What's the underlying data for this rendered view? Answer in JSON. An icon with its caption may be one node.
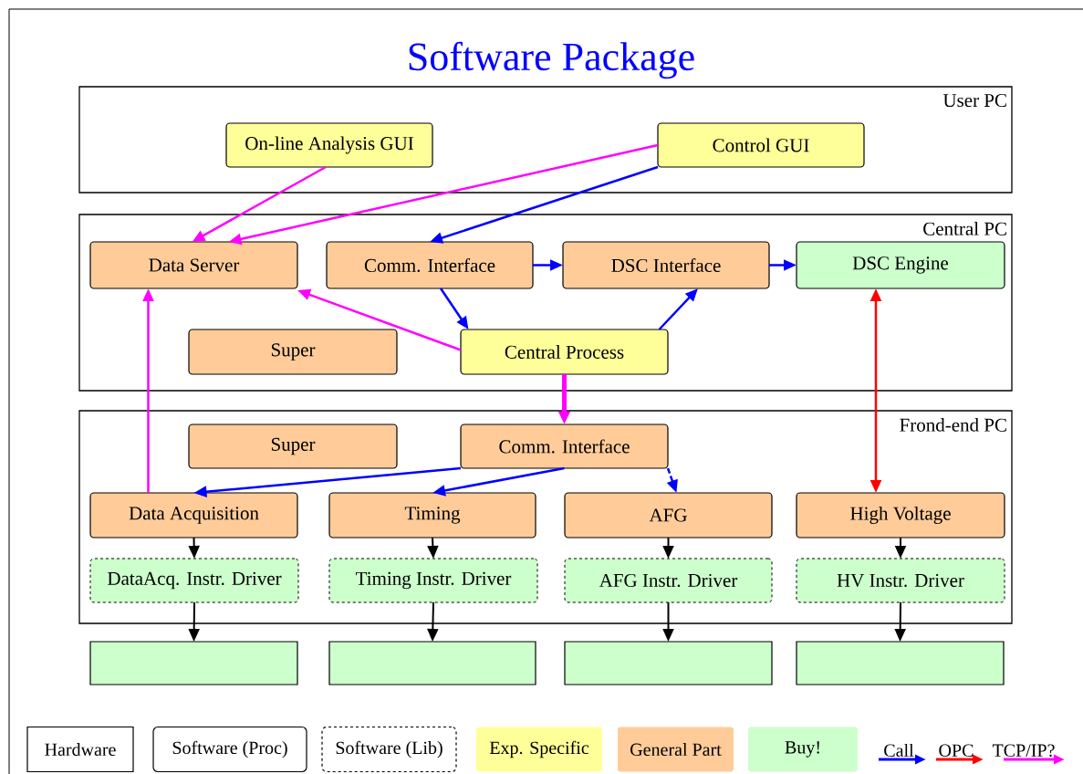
{
  "diagram": {
    "title": "Software Package",
    "nodes": [
      {
        "text": [
          "User PC"
        ]
      },
      {
        "text": [
          "On-line Analysis GUI"
        ],
        "in": 0
      },
      {
        "text": [
          "Control GUI"
        ],
        "in": 0
      },
      {
        "text": [
          "Central PC"
        ]
      },
      {
        "text": [
          "DSC Interface"
        ],
        "in": 3
      },
      {
        "text": [
          "DSC Engine"
        ],
        "in": 3
      },
      {
        "text": [
          "Data Server"
        ],
        "in": 3
      },
      {
        "text": [
          "Comm. Interface"
        ],
        "in": 3
      },
      {
        "text": [
          "Super"
        ],
        "in": 3
      },
      {
        "text": [
          "Central Process"
        ],
        "in": 3
      },
      {
        "text": [
          "Frond-end PC"
        ]
      },
      {
        "text": [
          "Super"
        ],
        "in": 10
      },
      {
        "text": [
          "Comm. Interface"
        ],
        "in": 10
      },
      {
        "text": [
          "Data Acquisition"
        ],
        "in": 10
      },
      {
        "text": [
          "Timing"
        ],
        "in": 10
      },
      {
        "text": [
          "AFG"
        ],
        "in": 10
      },
      {
        "text": [
          "High Voltage"
        ],
        "in": 10
      },
      {
        "text": [
          "DataAcq. Instr. Driver"
        ],
        "in": 10
      },
      {
        "text": [
          "Timing Instr. Driver"
        ],
        "in": 10
      },
      {
        "text": [
          "AFG Instr. Driver"
        ],
        "in": 10
      },
      {
        "text": [
          "HV Instr. Driver"
        ],
        "in": 10
      },
      {
        "text": [],
        "shape": "box"
      },
      {
        "text": [],
        "shape": "box"
      },
      {
        "text": [],
        "shape": "box"
      },
      {
        "text": [],
        "shape": "box"
      }
    ],
    "edges": [
      {
        "from": 1,
        "to": 6,
        "arrow": "to",
        "color": "#ff00ff"
      },
      {
        "from": 2,
        "to": 6,
        "arrow": "to",
        "color": "#ff00ff"
      },
      {
        "from": 2,
        "to": 7,
        "arrow": "to",
        "color": "#0000ff"
      },
      {
        "from": 7,
        "to": 4,
        "arrow": "to",
        "color": "#0000ff"
      },
      {
        "from": 4,
        "to": 5,
        "arrow": "to",
        "color": "#0000ff"
      },
      {
        "from": 7,
        "to": 9,
        "arrow": "to",
        "color": "#0000ff"
      },
      {
        "from": 9,
        "to": 4,
        "arrow": "to",
        "color": "#0000ff"
      },
      {
        "from": 9,
        "to": 6,
        "arrow": "to",
        "color": "#ff00ff"
      },
      {
        "from": 5,
        "to": 16,
        "arrow": "both",
        "color": "#ff0000"
      },
      {
        "from": 9,
        "to": 12,
        "arrow": "to",
        "color": "#ff00ff",
        "style": "thick"
      },
      {
        "from": 13,
        "to": 6,
        "arrow": "to",
        "color": "#ff00ff"
      },
      {
        "from": 12,
        "to": 13,
        "arrow": "to",
        "color": "#0000ff"
      },
      {
        "from": 12,
        "to": 14,
        "arrow": "to",
        "color": "#0000ff"
      },
      {
        "from": 12,
        "to": 15,
        "arrow": "to",
        "color": "#0000ff",
        "style": "dashed"
      },
      {
        "from": 13,
        "to": 17,
        "arrow": "to",
        "color": "#000000"
      },
      {
        "from": 14,
        "to": 18,
        "arrow": "to",
        "color": "#000000"
      },
      {
        "from": 15,
        "to": 19,
        "arrow": "to",
        "color": "#000000"
      },
      {
        "from": 16,
        "to": 20,
        "arrow": "to",
        "color": "#000000"
      },
      {
        "from": 17,
        "to": 21,
        "arrow": "to",
        "color": "#000000"
      },
      {
        "from": 18,
        "to": 22,
        "arrow": "to",
        "color": "#000000"
      },
      {
        "from": 19,
        "to": 23,
        "arrow": "to",
        "color": "#000000"
      },
      {
        "from": 20,
        "to": 24,
        "arrow": "to",
        "color": "#000000"
      }
    ],
    "legend": [
      {
        "text": "Hardware"
      },
      {
        "text": "Software (Proc)"
      },
      {
        "text": "Software (Lib)"
      },
      {
        "text": "Exp. Specific",
        "color": "#ffff99"
      },
      {
        "text": "General Part",
        "color": "#ffcc99"
      },
      {
        "text": "Buy!",
        "color": "#ccffcc"
      },
      {
        "text": "Call"
      },
      {
        "text": "OPC"
      },
      {
        "text": "TCP/IP?"
      }
    ]
  }
}
